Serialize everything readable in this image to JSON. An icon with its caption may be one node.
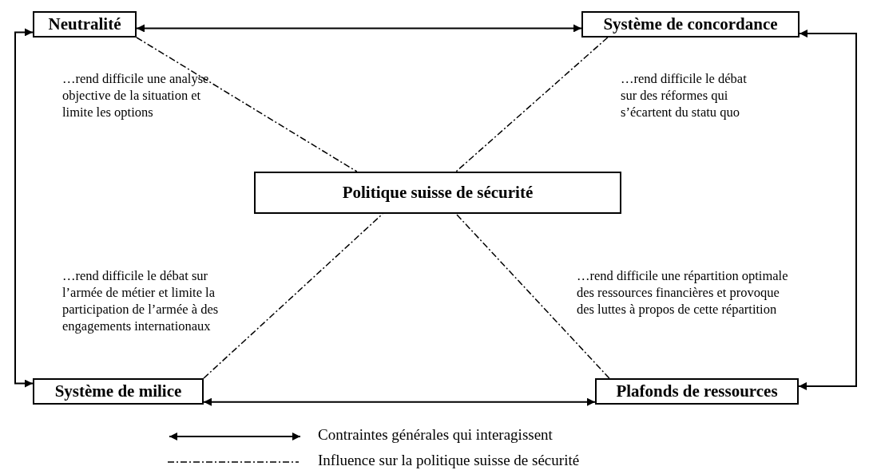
{
  "diagram": {
    "nodes": [
      {
        "text": [
          "Neutralité"
        ]
      },
      {
        "text": [
          "Système de concordance"
        ]
      },
      {
        "text": [
          "Politique suisse de sécurité"
        ]
      },
      {
        "text": [
          "Système de milice"
        ]
      },
      {
        "text": [
          "Plafonds de ressources"
        ]
      }
    ],
    "edges": [
      {
        "from": 0,
        "to": 1,
        "arrow": "both"
      },
      {
        "from": 3,
        "to": 4,
        "arrow": "both"
      },
      {
        "from": 0,
        "to": 3,
        "arrow": "both"
      },
      {
        "from": 1,
        "to": 4,
        "arrow": "both"
      },
      {
        "from": 0,
        "to": 2,
        "arrow": "none",
        "style": "dashed",
        "label": "…rend difficile une analyse objective de la situation et limite les options"
      },
      {
        "from": 1,
        "to": 2,
        "arrow": "none",
        "style": "dashed",
        "label": "…rend difficile le débat sur des réformes qui s’écartent du statu quo"
      },
      {
        "from": 3,
        "to": 2,
        "arrow": "none",
        "style": "dashed",
        "label": "…rend difficile le débat sur l’armée de métier et limite la participation de l’armée à des engagements internationaux"
      },
      {
        "from": 4,
        "to": 2,
        "arrow": "none",
        "style": "dashed",
        "label": "…rend difficile une répartition optimale des ressources financières et provoque des luttes à propos de cette répartition"
      }
    ],
    "legend": [
      {
        "text": "Contraintes générales qui interagissent"
      },
      {
        "text": "Influence sur la politique suisse de sécurité"
      }
    ]
  }
}
